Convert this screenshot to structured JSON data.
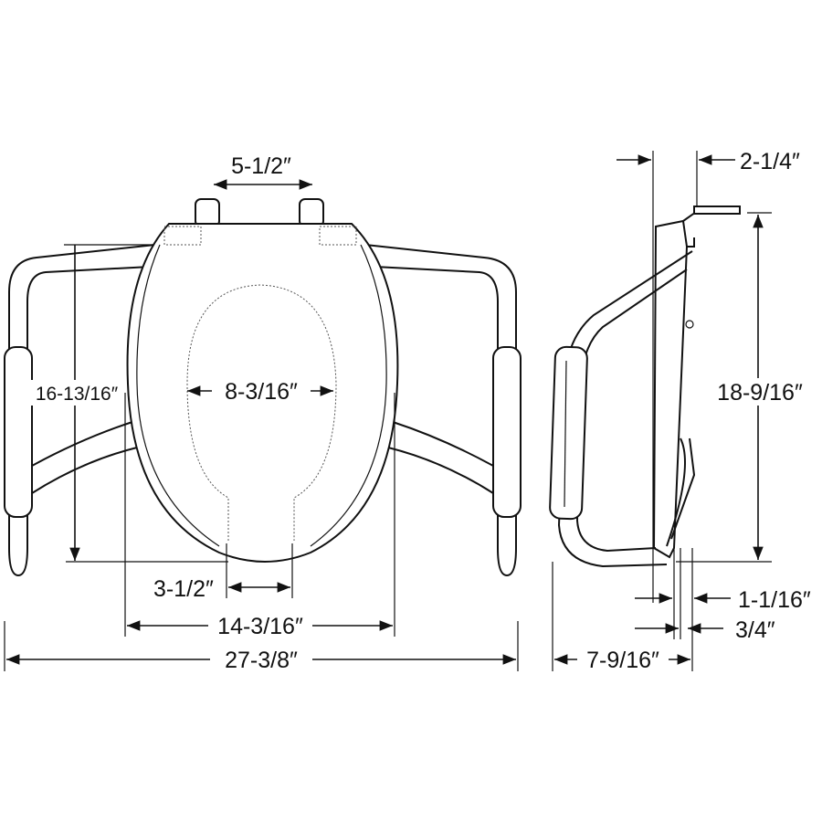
{
  "front_view": {
    "dimensions": {
      "hinge_spacing": "5-1/2″",
      "seat_height": "16-13/16″",
      "opening_width": "8-3/16″",
      "front_gap": "3-1/2″",
      "seat_width": "14-3/16″",
      "overall_width": "27-3/8″"
    }
  },
  "side_view": {
    "dimensions": {
      "hinge_offset": "2-1/4″",
      "arm_height": "18-9/16″",
      "seat_thickness": "1-1/16″",
      "lid_thickness": "3/4″",
      "overall_depth": "7-9/16″"
    }
  },
  "colors": {
    "line": "#111111",
    "background": "#ffffff"
  }
}
